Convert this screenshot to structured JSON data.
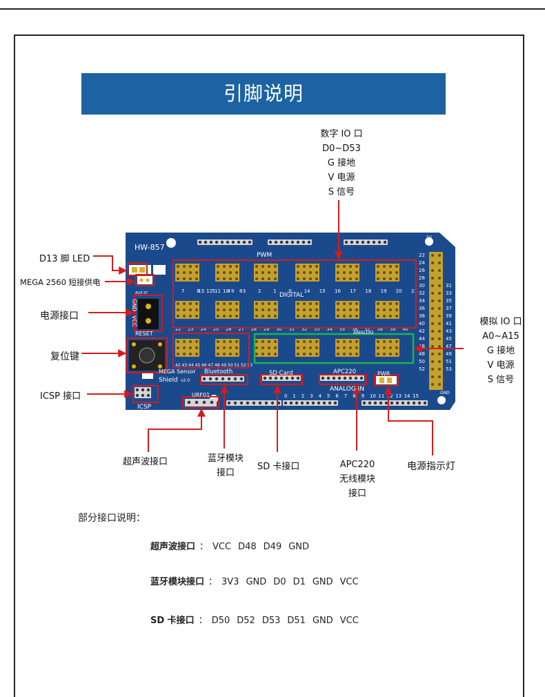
{
  "title": "引脚说明",
  "board": {
    "model": "HW-857",
    "pwm": "PWM",
    "digital": "DIGITAL",
    "analog_in": "ANALOG IN",
    "analog_small": "ANALOG",
    "reset": "RESET",
    "icsp": "ICSP",
    "gnd": "GND",
    "vcc": "VCC",
    "bluetooth": "Bluetooth",
    "sd_card": "SD Card",
    "apc220": "APC220",
    "pwr": "PWR",
    "urf01": "URF01",
    "mega_sensor": "MEGA Sensor",
    "shield": "Shield",
    "shield_ver": "v2.0",
    "left_small": "AUX ST",
    "right_gnd": "GND",
    "top_right_5v": "5V",
    "right_numbers_a": [
      "22",
      "24",
      "26",
      "28",
      "30",
      "32",
      "34",
      "36",
      "38",
      "40",
      "42",
      "44",
      "46",
      "48",
      "50",
      "52"
    ],
    "right_numbers_b": [
      "31",
      "33",
      "35",
      "37",
      "39",
      "41",
      "43",
      "45",
      "47",
      "49",
      "51",
      "53"
    ],
    "digital_row1": [
      "7",
      "6",
      "5",
      "4",
      "3",
      "2",
      "1",
      "0",
      "14",
      "15",
      "16",
      "17",
      "18",
      "19",
      "20",
      "21"
    ],
    "digital_row0": [
      "13",
      "12",
      "11",
      "10",
      "9",
      "8"
    ],
    "digital_row2": [
      "22",
      "23",
      "24",
      "25",
      "26",
      "27",
      "28",
      "29",
      "30",
      "31",
      "32",
      "33",
      "34",
      "35",
      "36",
      "37",
      "38",
      "39",
      "40"
    ],
    "digital_row3": [
      "42",
      "43",
      "44",
      "45",
      "46",
      "47",
      "48",
      "49",
      "50",
      "51",
      "52",
      "53"
    ],
    "analog_pin_labels": [
      "0",
      "1",
      "2",
      "3",
      "4",
      "5",
      "6",
      "7",
      "8",
      "9",
      "10",
      "11",
      "12",
      "13",
      "14",
      "15"
    ]
  },
  "labels": {
    "d13_led": "D13 脚 LED",
    "short": "MEGA 2560 短接供电",
    "power_port": "电源接口",
    "reset_key": "复位键",
    "icsp_port": "ICSP 接口",
    "ultrasonic": "超声波接口",
    "bluetooth_1": "蓝牙模块",
    "bluetooth_2": "接口",
    "sd": "SD 卡接口",
    "apc_1": "APC220",
    "apc_2": "无线模块",
    "apc_3": "接口",
    "pwr_led": "电源指示灯"
  },
  "digital_note": [
    "数字 IO 口",
    "D0~D53",
    "G 接地",
    "V 电源",
    "S 信号"
  ],
  "analog_note": [
    "模拟 IO 口",
    "A0~A15",
    "G 接地",
    "V 电源",
    "S 信号"
  ],
  "notes": {
    "title": "部分接口说明：",
    "ultrasonic": {
      "name": "超声波接口",
      "colon": "：",
      "signals": [
        "VCC",
        "D48",
        "D49",
        "GND"
      ]
    },
    "bluetooth": {
      "name": "蓝牙模块接口",
      "colon": "：",
      "signals": [
        "3V3",
        "GND",
        "D0",
        "D1",
        "GND",
        "VCC"
      ]
    },
    "sd": {
      "name": "SD 卡接口",
      "colon": "：",
      "signals": [
        "D50",
        "D52",
        "D53",
        "D51",
        "GND",
        "VCC"
      ]
    }
  },
  "colors": {
    "banner": "#1d63a3",
    "board": "#1b4a8c",
    "pin": "#e0b020",
    "header": "#d6d6d6",
    "callout": "#d31c1c",
    "analog_box": "#1db34a"
  }
}
